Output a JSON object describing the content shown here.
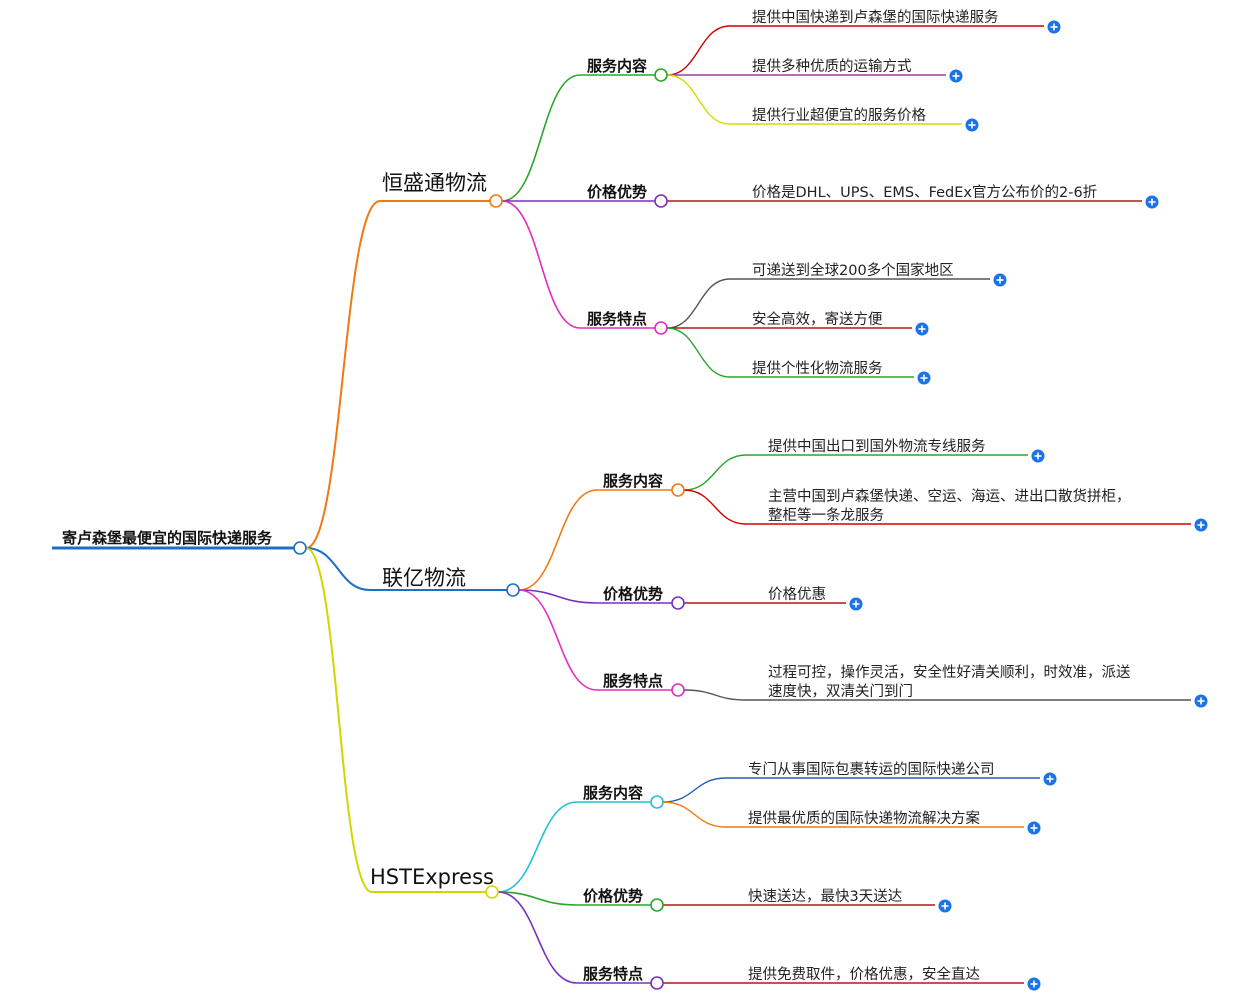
{
  "colors": {
    "root_line": "#1e6fc4",
    "root_circle": "#1e6fc4",
    "expand_button": "#1a73e8"
  },
  "icons": {
    "expand": "plus-circle-icon"
  },
  "root": {
    "label": "寄卢森堡最便宜的国际快递服务"
  },
  "branches": [
    {
      "label": "恒盛通物流",
      "color": "#f07a12",
      "children": [
        {
          "label": "服务内容",
          "color": "#2aa52a",
          "leaves": [
            {
              "lines": [
                "提供中国快递到卢森堡的国际快递服务"
              ],
              "color": "#d40000"
            },
            {
              "lines": [
                "提供多种优质的运输方式"
              ],
              "color": "#a23ba2"
            },
            {
              "lines": [
                "提供行业超便宜的服务价格"
              ],
              "color": "#d9d900"
            }
          ]
        },
        {
          "label": "价格优势",
          "color": "#7b2fbf",
          "leaves": [
            {
              "lines": [
                "价格是DHL、UPS、EMS、FedEx官方公布价的2-6折"
              ],
              "color": "#b01818"
            }
          ]
        },
        {
          "label": "服务特点",
          "color": "#e02fbf",
          "leaves": [
            {
              "lines": [
                "可递送到全球200多个国家地区"
              ],
              "color": "#555555"
            },
            {
              "lines": [
                "安全高效，寄送方便"
              ],
              "color": "#b01818"
            },
            {
              "lines": [
                "提供个性化物流服务"
              ],
              "color": "#2aa52a"
            }
          ]
        }
      ]
    },
    {
      "label": "联亿物流",
      "color": "#1e6fc4",
      "children": [
        {
          "label": "服务内容",
          "color": "#f07a12",
          "leaves": [
            {
              "lines": [
                "提供中国出口到国外物流专线服务"
              ],
              "color": "#2aa52a"
            },
            {
              "lines": [
                "主营中国到卢森堡快递、空运、海运、进出口散货拼柜，",
                "整柜等一条龙服务"
              ],
              "color": "#d40000"
            }
          ]
        },
        {
          "label": "价格优势",
          "color": "#7b2fbf",
          "leaves": [
            {
              "lines": [
                "价格优惠"
              ],
              "color": "#b01818"
            }
          ]
        },
        {
          "label": "服务特点",
          "color": "#e02fbf",
          "leaves": [
            {
              "lines": [
                "过程可控，操作灵活，安全性好清关顺利，时效准，派送",
                "速度快，双清关门到门"
              ],
              "color": "#555555"
            }
          ]
        }
      ]
    },
    {
      "label": "HSTExpress",
      "color": "#d4d400",
      "children": [
        {
          "label": "服务内容",
          "color": "#1fc4d4",
          "leaves": [
            {
              "lines": [
                "专门从事国际包裹转运的国际快递公司"
              ],
              "color": "#1e5fb4"
            },
            {
              "lines": [
                "提供最优质的国际快递物流解决方案"
              ],
              "color": "#f07a12"
            }
          ]
        },
        {
          "label": "价格优势",
          "color": "#2aa52a",
          "leaves": [
            {
              "lines": [
                "快速送达，最快3天送达"
              ],
              "color": "#b01818"
            }
          ]
        },
        {
          "label": "服务特点",
          "color": "#7b2fbf",
          "leaves": [
            {
              "lines": [
                "提供免费取件，价格优惠，安全直达"
              ],
              "color": "#b01818"
            }
          ]
        }
      ]
    }
  ]
}
